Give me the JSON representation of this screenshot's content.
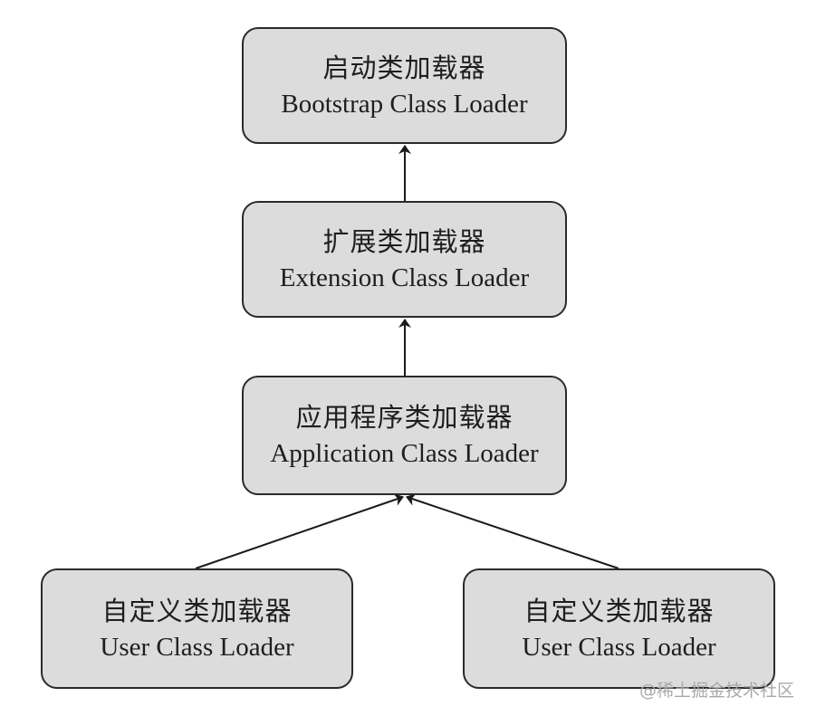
{
  "diagram": {
    "nodes": {
      "bootstrap": {
        "cn": "启动类加载器",
        "en": "Bootstrap Class Loader"
      },
      "extension": {
        "cn": "扩展类加载器",
        "en": "Extension Class Loader"
      },
      "application": {
        "cn": "应用程序类加载器",
        "en": "Application Class Loader"
      },
      "user_left": {
        "cn": "自定义类加载器",
        "en": "User Class Loader"
      },
      "user_right": {
        "cn": "自定义类加载器",
        "en": "User Class Loader"
      }
    },
    "edges": [
      {
        "from": "extension",
        "to": "bootstrap"
      },
      {
        "from": "application",
        "to": "extension"
      },
      {
        "from": "user_left",
        "to": "application"
      },
      {
        "from": "user_right",
        "to": "application"
      }
    ]
  },
  "watermark": "@稀土掘金技术社区",
  "colors": {
    "box_fill": "#dcdcdc",
    "box_border": "#2a2a2a",
    "arrow": "#1a1a1a",
    "text": "#1e1e1e",
    "watermark": "#a9a9a9"
  }
}
